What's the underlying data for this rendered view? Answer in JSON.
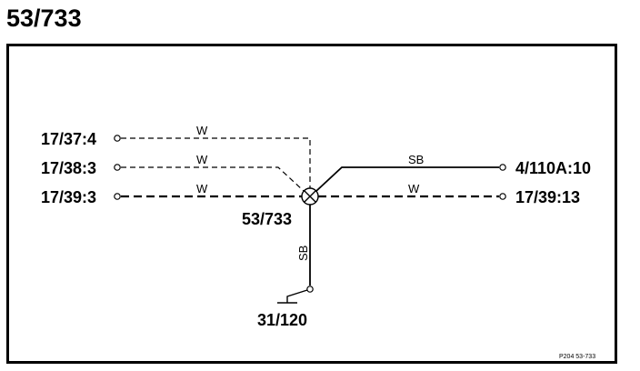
{
  "title": "53/733",
  "splice": {
    "label": "53/733"
  },
  "ground": {
    "label": "31/120"
  },
  "connectors": [
    {
      "id": "17-37-4",
      "label": "17/37:4",
      "wire_label": "W",
      "wire_style": "dashed"
    },
    {
      "id": "17-38-3",
      "label": "17/38:3",
      "wire_label": "W",
      "wire_style": "dashed"
    },
    {
      "id": "17-39-3",
      "label": "17/39:3",
      "wire_label": "W",
      "wire_style": "dashed"
    },
    {
      "id": "4-110a-10",
      "label": "4/110A:10",
      "wire_label": "SB",
      "wire_style": "solid"
    },
    {
      "id": "17-39-13",
      "label": "17/39:13",
      "wire_label": "W",
      "wire_style": "dashed"
    }
  ],
  "ground_wire": {
    "label": "SB",
    "wire_style": "solid"
  },
  "reference": "P204  53-733",
  "colors": {
    "ink": "#000000",
    "background": "#ffffff"
  }
}
